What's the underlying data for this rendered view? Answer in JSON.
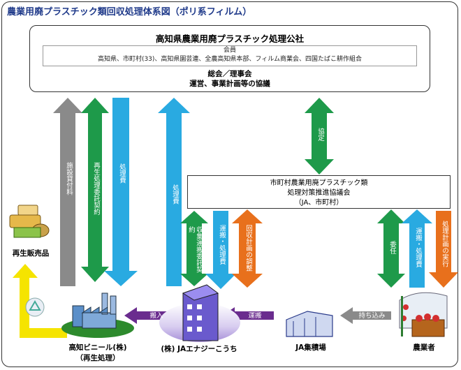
{
  "title": "農業用廃プラスチック類回収処理体系図（ポリ系フィルム）",
  "org": {
    "name": "高知県農業用廃プラスチック処理公社",
    "members_label": "会員",
    "members_list": "高知県、市町村(33)、高知県園芸連、全農高知県本部、フィルム商業会、四国たばこ耕作組合",
    "general_meeting": "総会／理事会",
    "deliberation": "運営、事業計画等の協議"
  },
  "council": {
    "line1": "市町村農業用廃プラスチック類",
    "line2": "処理対策推進協議会",
    "line3": "（JA、市町村）"
  },
  "arrows": {
    "facility_loan": "施設貸付料",
    "recycle_contract": "再生処理委託契約",
    "processing_fee_1": "処理費",
    "processing_fee_2": "処理費",
    "agreement": "協定",
    "collection_contract": "収集運搬委託契約",
    "transport_processing_fee_1": "運搬・処理費",
    "collection_plan_adjust": "回収計画の調整",
    "entrust": "委任",
    "transport_processing_fee_2": "運搬・処理費",
    "processing_plan_execute": "処理計画の実行",
    "carry_in": "搬入",
    "transport": "運搬",
    "bring_in": "持ち込み"
  },
  "nodes": {
    "recycled_products": "再生販売品",
    "kochi_vinyl": "高知ビニール(株)",
    "kochi_vinyl_sub": "（再生処理）",
    "ja_energy": "(株) JAエナジーこうち",
    "ja_yard": "JA集積場",
    "farmer": "農業者"
  },
  "colors": {
    "gray": "#8a8a8a",
    "green": "#1e9a4a",
    "blue": "#29aae1",
    "orange": "#e8701c",
    "purple": "#6a2c8e",
    "yellow": "#f5e400",
    "title": "#1f3a8a"
  }
}
